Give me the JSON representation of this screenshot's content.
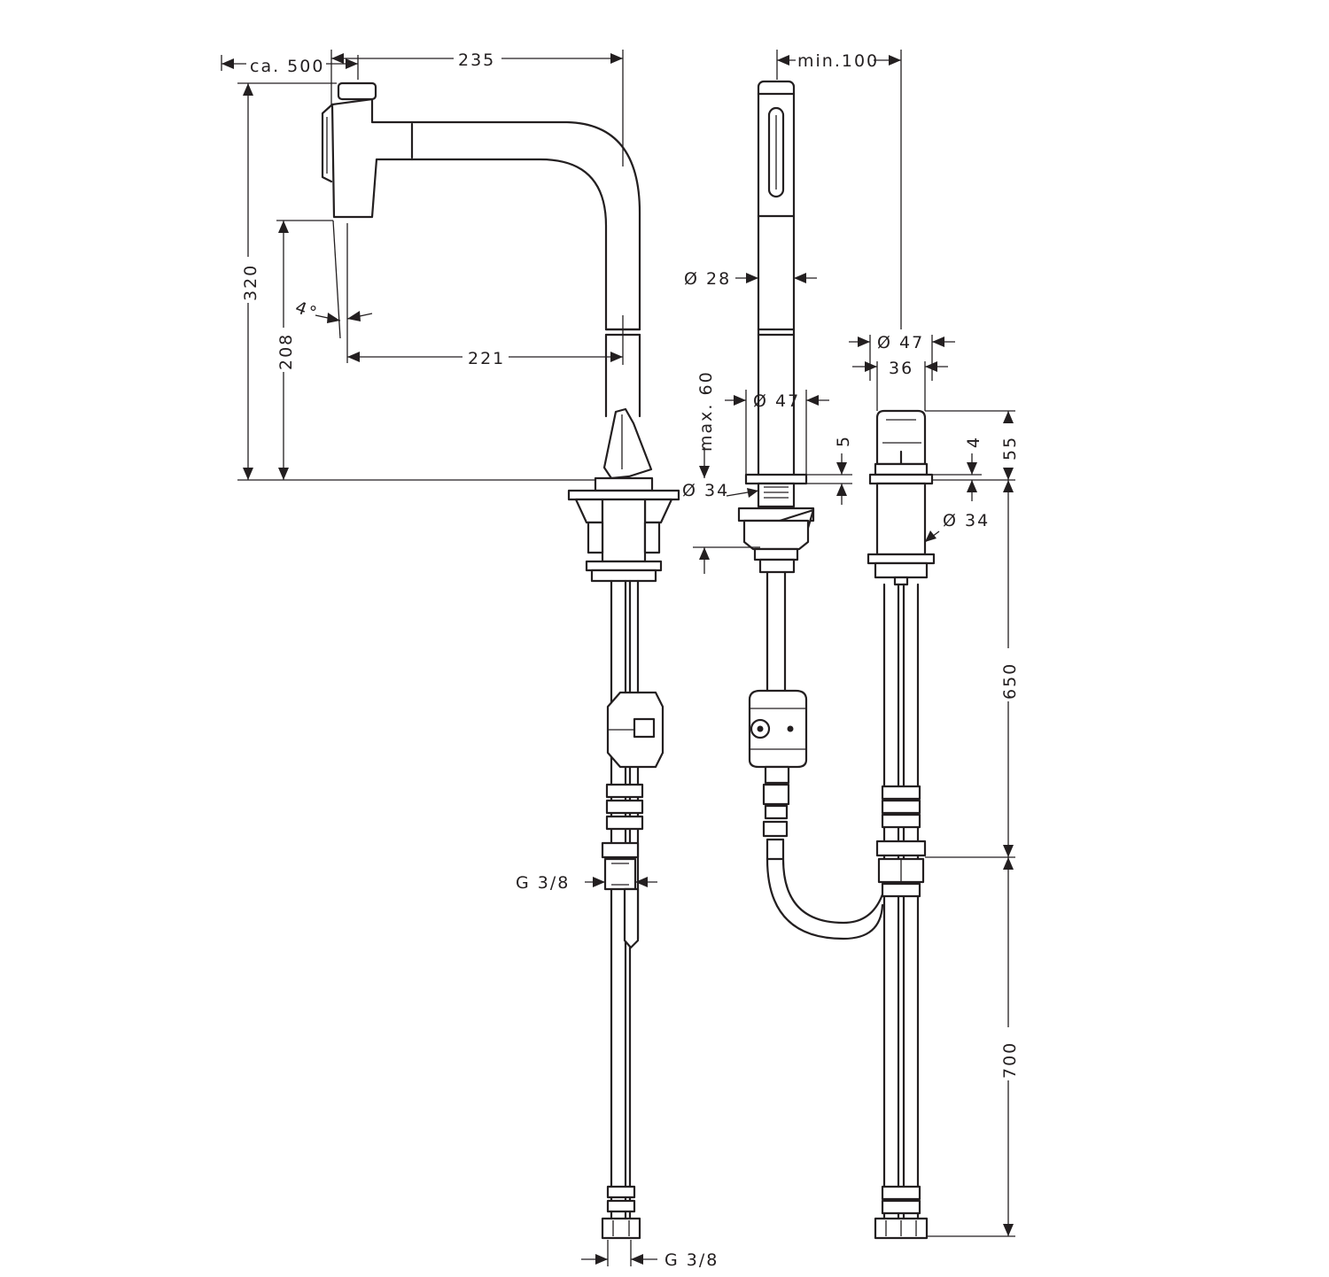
{
  "dimensions": {
    "ca_500": "ca. 500",
    "d235": "235",
    "d320": "320",
    "d208": "208",
    "angle": "4°",
    "d221": "221",
    "min100": "min.100",
    "dia28": "Ø 28",
    "dia47_spray": "Ø 47",
    "max60": "max. 60",
    "dia34_spray": "Ø 34",
    "d5": "5",
    "dia47_lever": "Ø 47",
    "d36": "36",
    "d4": "4",
    "d55": "55",
    "dia34_lever": "Ø 34",
    "d650": "650",
    "d700": "700",
    "g38_side": "G 3/8",
    "g38_bottom": "G 3/8"
  }
}
